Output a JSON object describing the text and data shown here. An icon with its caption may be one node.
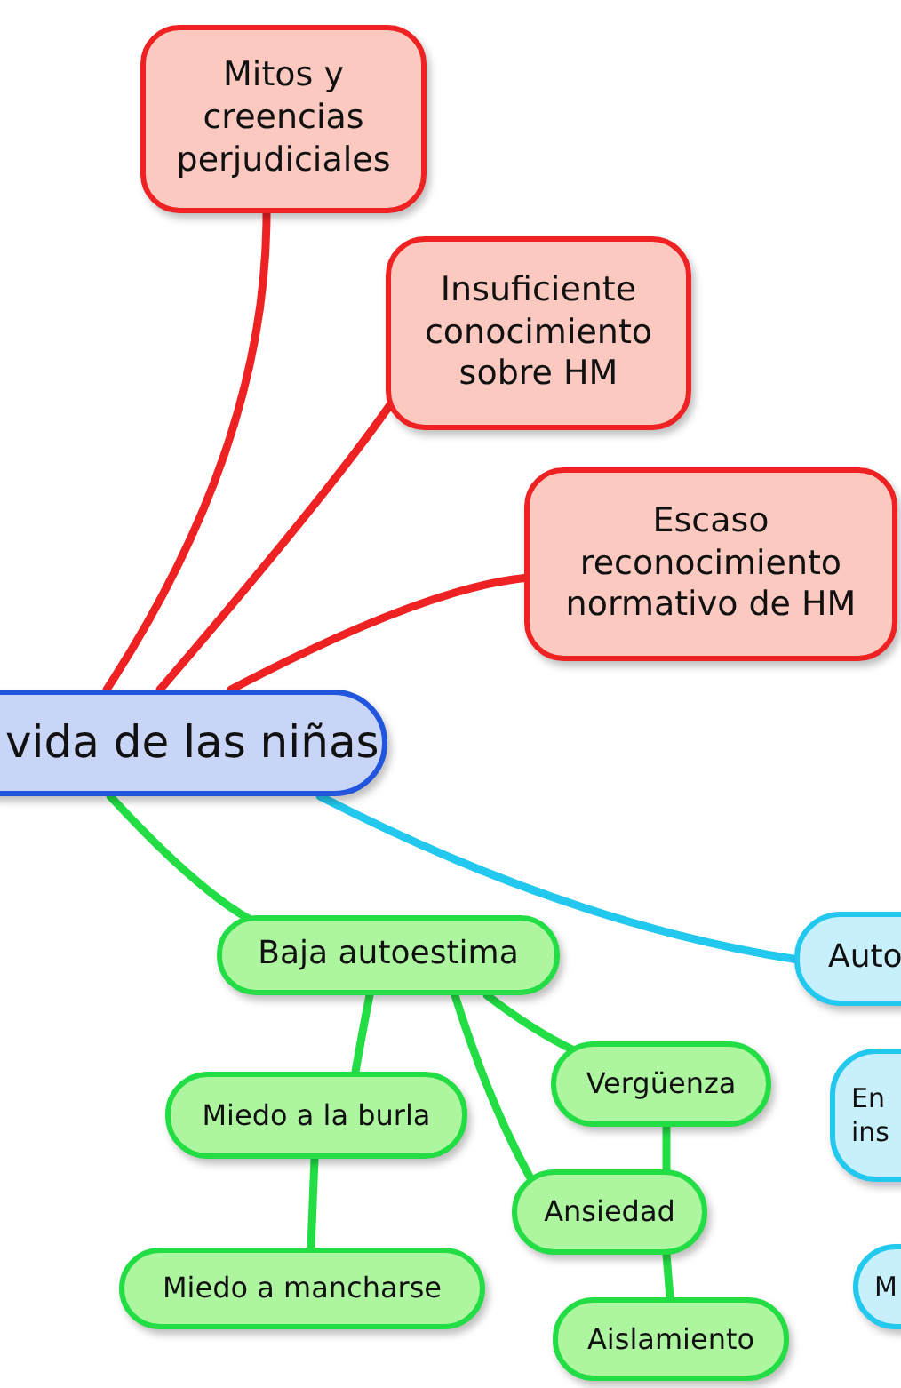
{
  "diagram": {
    "nodes": [
      {
        "text": [
          "vida de las niñas"
        ]
      },
      {
        "text": [
          "Mitos y creencias perjudiciales"
        ]
      },
      {
        "text": [
          "Insuficiente conocimiento sobre HM"
        ]
      },
      {
        "text": [
          "Escaso reconocimiento normativo de HM"
        ]
      },
      {
        "text": [
          "Baja autoestima"
        ]
      },
      {
        "text": [
          "Miedo a la burla"
        ]
      },
      {
        "text": [
          "Miedo a mancharse"
        ]
      },
      {
        "text": [
          "Vergüenza"
        ]
      },
      {
        "text": [
          "Ansiedad"
        ]
      },
      {
        "text": [
          "Aislamiento"
        ]
      },
      {
        "text": [
          "Auto"
        ]
      },
      {
        "text": [
          "En ins"
        ]
      },
      {
        "text": [
          "M"
        ]
      }
    ],
    "edges": [
      {
        "from": 0,
        "to": 1,
        "arrow": "none",
        "color": "#ee2222"
      },
      {
        "from": 0,
        "to": 2,
        "arrow": "none",
        "color": "#ee2222"
      },
      {
        "from": 0,
        "to": 3,
        "arrow": "none",
        "color": "#ee2222"
      },
      {
        "from": 0,
        "to": 4,
        "arrow": "none"
      },
      {
        "from": 0,
        "to": 10,
        "arrow": "none",
        "color": "#22c8ee"
      },
      {
        "from": 4,
        "to": 5,
        "arrow": "none"
      },
      {
        "from": 5,
        "to": 6,
        "arrow": "none"
      },
      {
        "from": 4,
        "to": 7,
        "arrow": "none"
      },
      {
        "from": 4,
        "to": 8,
        "arrow": "none"
      },
      {
        "from": 7,
        "to": 8,
        "arrow": "none"
      },
      {
        "from": 8,
        "to": 9,
        "arrow": "none"
      }
    ]
  }
}
